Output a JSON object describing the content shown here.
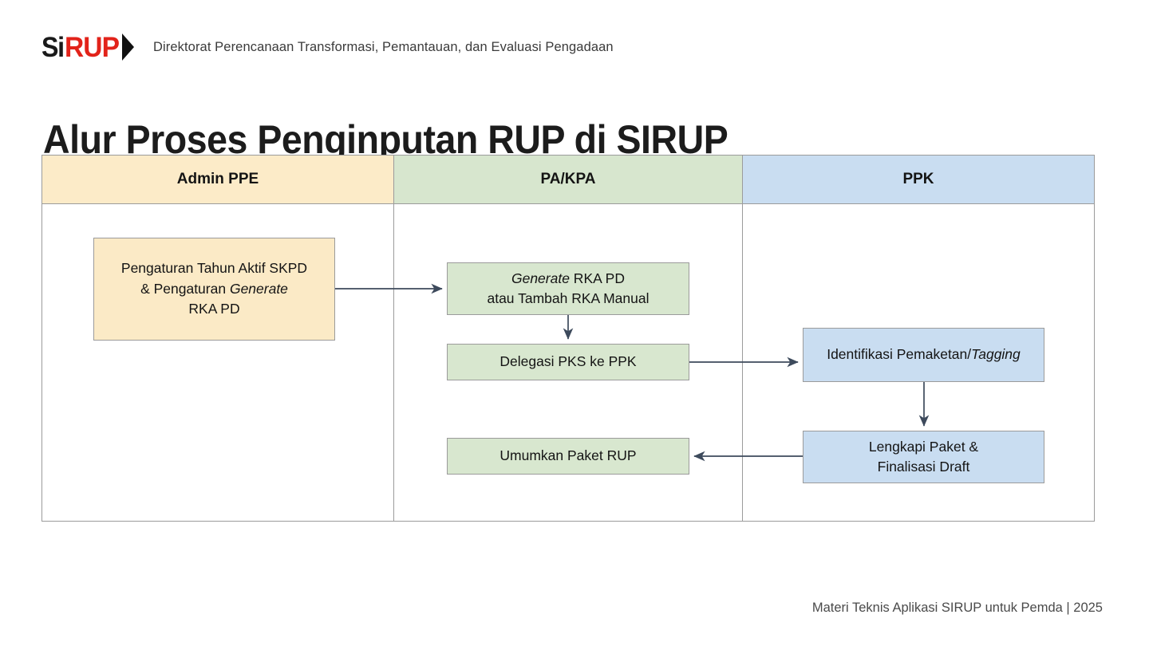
{
  "header": {
    "logo": {
      "icon": "sirup-logo",
      "part_si": "Si",
      "part_rup": "RUP",
      "chevron": "chevron-right-icon",
      "color_red": "#e2231a",
      "color_black": "#111111"
    },
    "subtitle": "Direktorat Perencanaan Transformasi, Pemantauan, dan Evaluasi Pengadaan"
  },
  "title": "Alur Proses Penginputan RUP di SIRUP",
  "diagram": {
    "lanes": [
      {
        "id": "admin-ppe",
        "label": "Admin PPE",
        "color": "#fcebc8"
      },
      {
        "id": "pa-kpa",
        "label": "PA/KPA",
        "color": "#d7e6ce"
      },
      {
        "id": "ppk",
        "label": "PPK",
        "color": "#c9ddf1"
      }
    ],
    "nodes": [
      {
        "id": "pengaturan-tahun-aktif",
        "lane": "admin-ppe",
        "line1": "Pengaturan Tahun Aktif SKPD",
        "line2_a": "& Pengaturan ",
        "line2_italic": "Generate",
        "line3": "RKA PD",
        "fill": "#fbeac6"
      },
      {
        "id": "generate-rka-pd",
        "lane": "pa-kpa",
        "line1_italic": "Generate",
        "line1_rest": " RKA PD",
        "line2": "atau Tambah RKA Manual",
        "fill": "#d8e7cf"
      },
      {
        "id": "delegasi-pks-ke-ppk",
        "lane": "pa-kpa",
        "label": "Delegasi PKS ke PPK",
        "fill": "#d8e7cf"
      },
      {
        "id": "umumkan-paket-rup",
        "lane": "pa-kpa",
        "label": "Umumkan Paket RUP",
        "fill": "#d8e7cf"
      },
      {
        "id": "identifikasi-pemaketan-tagging",
        "lane": "ppk",
        "prefix": "Identifikasi Pemaketan/",
        "italic": "Tagging",
        "fill": "#c9ddf1"
      },
      {
        "id": "lengkapi-paket-finalisasi-draft",
        "lane": "ppk",
        "line1": "Lengkapi Paket &",
        "line2": "Finalisasi Draft",
        "fill": "#c9ddf1"
      }
    ],
    "edges": [
      {
        "from": "pengaturan-tahun-aktif",
        "to": "generate-rka-pd",
        "direction": "right"
      },
      {
        "from": "generate-rka-pd",
        "to": "delegasi-pks-ke-ppk",
        "direction": "down"
      },
      {
        "from": "delegasi-pks-ke-ppk",
        "to": "identifikasi-pemaketan-tagging",
        "direction": "right"
      },
      {
        "from": "identifikasi-pemaketan-tagging",
        "to": "lengkapi-paket-finalisasi-draft",
        "direction": "down"
      },
      {
        "from": "lengkapi-paket-finalisasi-draft",
        "to": "umumkan-paket-rup",
        "direction": "left"
      }
    ],
    "edge_color": "#3d4a5c",
    "border_color": "#9b9b9b"
  },
  "footer": "Materi Teknis Aplikasi SIRUP untuk Pemda | 2025"
}
